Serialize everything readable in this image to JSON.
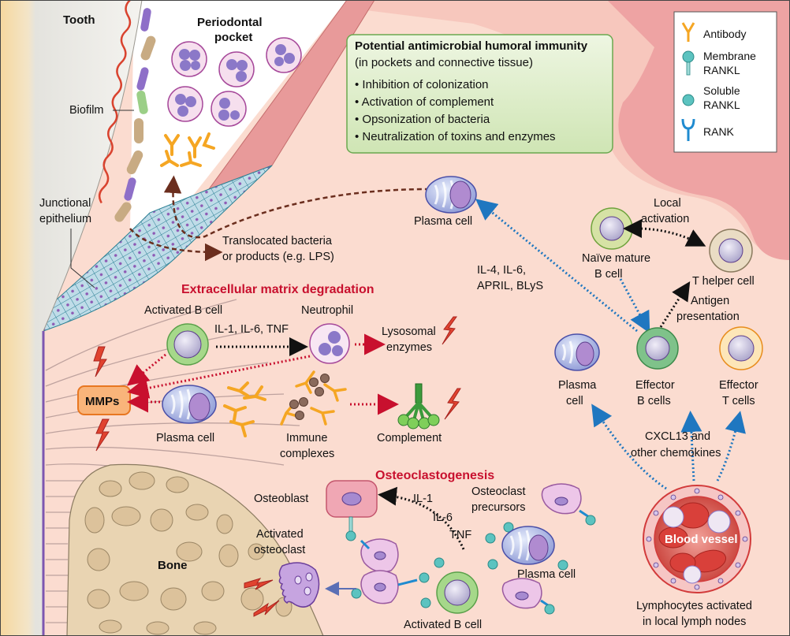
{
  "labels": {
    "tooth": "Tooth",
    "periodontal_pocket": [
      "Periodontal",
      "pocket"
    ],
    "biofilm": "Biofilm",
    "junctional_epithelium": [
      "Junctional",
      "epithelium"
    ],
    "translocated": [
      "Translocated bacteria",
      "or products (e.g. LPS)"
    ],
    "plasma_cell_top": "Plasma cell",
    "cytokines_top": [
      "IL-4, IL-6,",
      "APRIL, BLyS"
    ],
    "naive_b_cell": [
      "Naïve mature",
      "B cell"
    ],
    "local_activation": [
      "Local",
      "activation"
    ],
    "t_helper_cell": "T helper cell",
    "antigen_presentation": [
      "Antigen",
      "presentation"
    ],
    "plasma_cell_right": [
      "Plasma",
      "cell"
    ],
    "effector_b_cells": [
      "Effector",
      "B cells"
    ],
    "effector_t_cells": [
      "Effector",
      "T cells"
    ],
    "chemokines": [
      "CXCL13 and",
      "other chemokines"
    ],
    "blood_vessel": "Blood vessel",
    "lymphocytes": [
      "Lymphocytes activated",
      "in local lymph nodes"
    ],
    "ecm_header": "Extracellular matrix degradation",
    "activated_b_cell": "Activated B cell",
    "neutrophil": "Neutrophil",
    "cytokines_mid": "IL-1, IL-6, TNF",
    "lysosomal": [
      "Lysosomal",
      "enzymes"
    ],
    "mmps": "MMPs",
    "plasma_cell_mid": "Plasma cell",
    "immune_complexes": [
      "Immune",
      "complexes"
    ],
    "complement": "Complement",
    "osteo_header": "Osteoclastogenesis",
    "osteoblast": "Osteoblast",
    "osteo_cytokines": [
      "IL-1",
      "IL-6",
      "TNF"
    ],
    "osteoclast_precursors": [
      "Osteoclast",
      "precursors"
    ],
    "activated_osteoclast": [
      "Activated",
      "osteoclast"
    ],
    "bone": "Bone",
    "plasma_cell_bottom": "Plasma cell",
    "activated_b_cell_bottom": "Activated B cell"
  },
  "info_box": {
    "title": "Potential antimicrobial humoral immunity",
    "subtitle": "(in pockets and connective tissue)",
    "items": [
      "• Inhibition of colonization",
      "• Activation of complement",
      "• Opsonization of bacteria",
      "• Neutralization of toxins and enzymes"
    ]
  },
  "legend": {
    "items": [
      {
        "icon": "antibody-icon",
        "label": [
          "Antibody"
        ]
      },
      {
        "icon": "membrane-rankl-icon",
        "label": [
          "Membrane",
          "RANKL"
        ]
      },
      {
        "icon": "soluble-rankl-icon",
        "label": [
          "Soluble",
          "RANKL"
        ]
      },
      {
        "icon": "rank-icon",
        "label": [
          "RANK"
        ]
      }
    ]
  },
  "colors": {
    "tissue": "#fbdcd0",
    "gingiva": "#eea3a3",
    "tooth": "#ebe9e4",
    "bone": "#e9d4b2",
    "header_red": "#c8102e",
    "info_box_fill": "#d9ecc2",
    "info_box_border": "#6aa84f",
    "antibody": "#f5a623",
    "rankl": "#5cc3c0",
    "rank": "#1f8bd0",
    "blue_arrow": "#1f77c0",
    "red_arrow": "#c8102e",
    "brown_arrow": "#6b2e1e",
    "mmps_fill": "#f9b47a",
    "mmps_border": "#e87722"
  }
}
